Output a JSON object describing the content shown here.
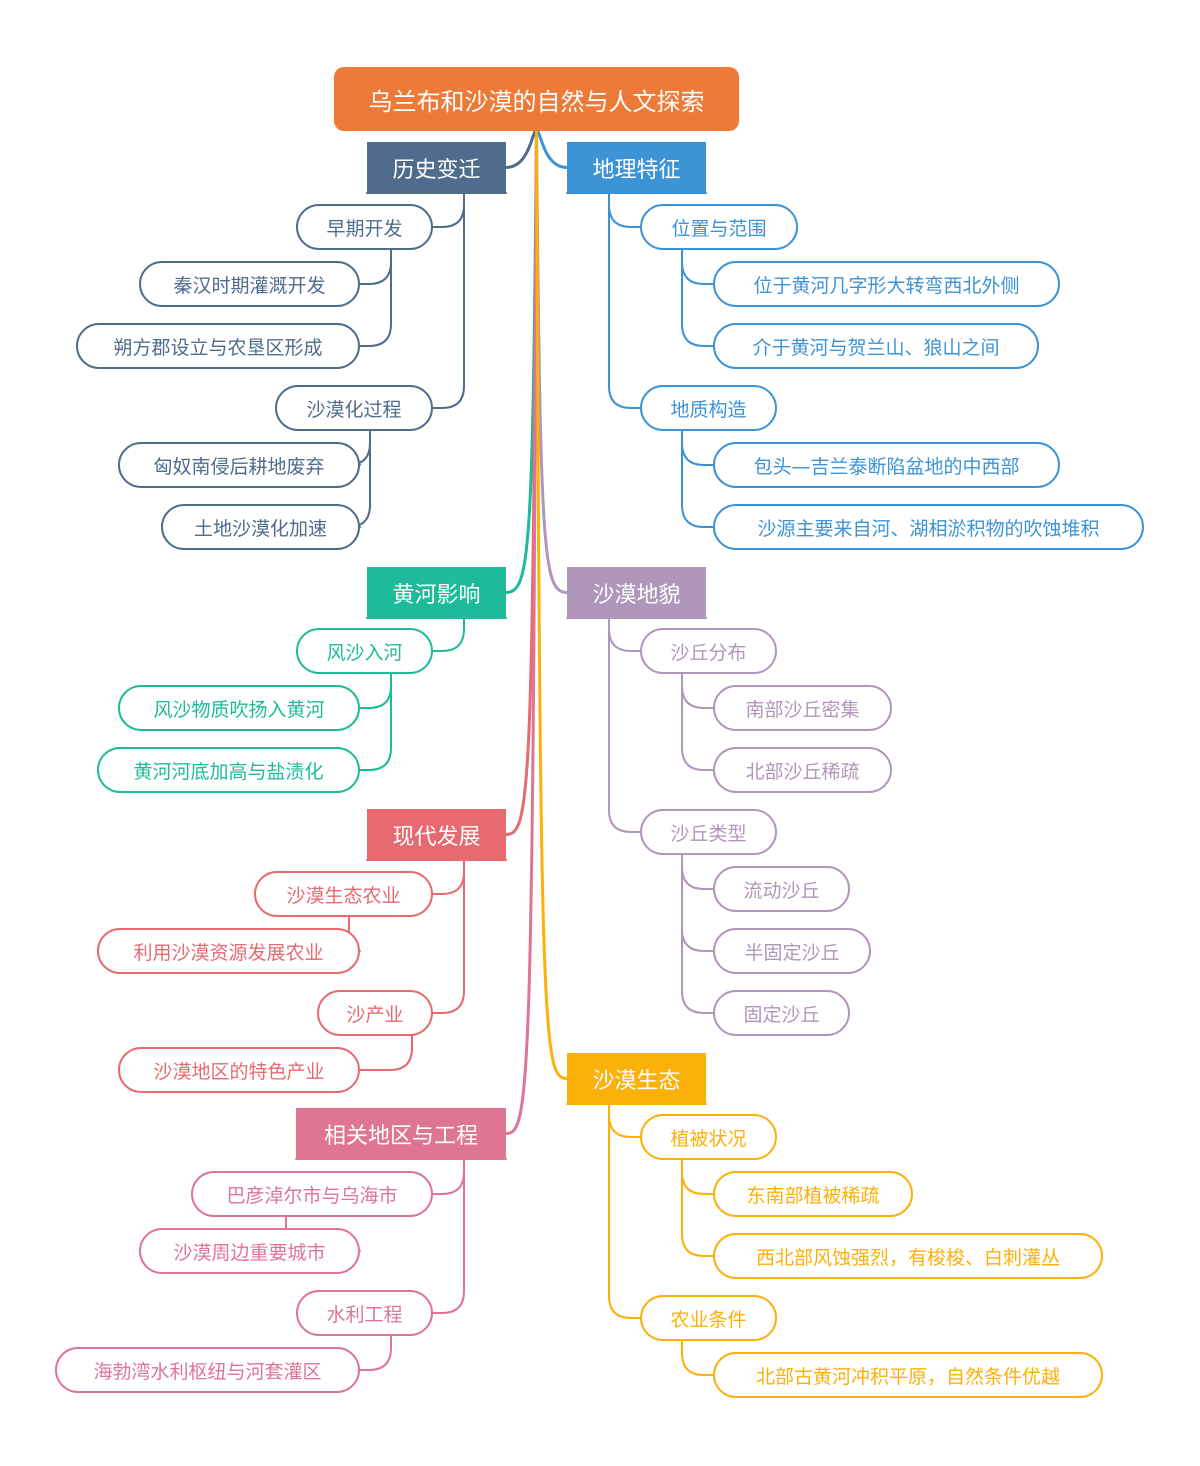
{
  "title": "乌兰布和沙漠的自然与人文探索",
  "colors": {
    "root": "#ee7a37",
    "history": "#506c8d",
    "geography": "#3c93d6",
    "yellow_river": "#1dbb9a",
    "landform": "#b096ba",
    "modern": "#e66a6f",
    "ecology": "#fcb00a",
    "regions": "#de7593"
  },
  "branches": {
    "history": {
      "label": "历史变迁",
      "groups": [
        {
          "label": "早期开发",
          "items": [
            "秦汉时期灌溉开发",
            "朔方郡设立与农垦区形成"
          ]
        },
        {
          "label": "沙漠化过程",
          "items": [
            "匈奴南侵后耕地废弃",
            "土地沙漠化加速"
          ]
        }
      ]
    },
    "yellow_river": {
      "label": "黄河影响",
      "groups": [
        {
          "label": "风沙入河",
          "items": [
            "风沙物质吹扬入黄河",
            "黄河河底加高与盐渍化"
          ]
        }
      ]
    },
    "modern": {
      "label": "现代发展",
      "groups": [
        {
          "label": "沙漠生态农业",
          "items": [
            "利用沙漠资源发展农业"
          ]
        },
        {
          "label": "沙产业",
          "items": [
            "沙漠地区的特色产业"
          ]
        }
      ]
    },
    "regions": {
      "label": "相关地区与工程",
      "groups": [
        {
          "label": "巴彦淖尔市与乌海市",
          "items": [
            "沙漠周边重要城市"
          ]
        },
        {
          "label": "水利工程",
          "items": [
            "海勃湾水利枢纽与河套灌区"
          ]
        }
      ]
    },
    "geography": {
      "label": "地理特征",
      "groups": [
        {
          "label": "位置与范围",
          "items": [
            "位于黄河几字形大转弯西北外侧",
            "介于黄河与贺兰山、狼山之间"
          ]
        },
        {
          "label": "地质构造",
          "items": [
            "包头—吉兰泰断陷盆地的中西部",
            "沙源主要来自河、湖相淤积物的吹蚀堆积"
          ]
        }
      ]
    },
    "landform": {
      "label": "沙漠地貌",
      "groups": [
        {
          "label": "沙丘分布",
          "items": [
            "南部沙丘密集",
            "北部沙丘稀疏"
          ]
        },
        {
          "label": "沙丘类型",
          "items": [
            "流动沙丘",
            "半固定沙丘",
            "固定沙丘"
          ]
        }
      ]
    },
    "ecology": {
      "label": "沙漠生态",
      "groups": [
        {
          "label": "植被状况",
          "items": [
            "东南部植被稀疏",
            "西北部风蚀强烈，有梭梭、白刺灌丛"
          ]
        },
        {
          "label": "农业条件",
          "items": [
            "北部古黄河冲积平原，自然条件优越"
          ]
        }
      ]
    }
  }
}
